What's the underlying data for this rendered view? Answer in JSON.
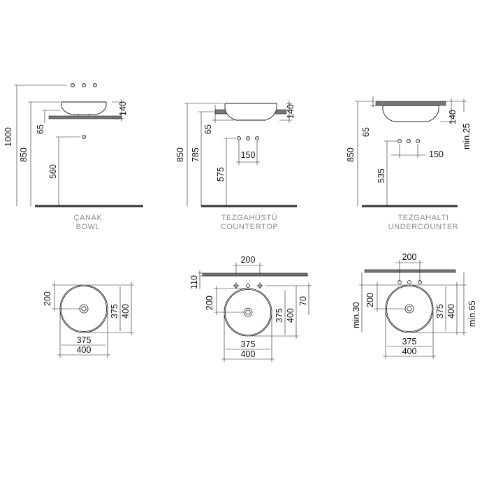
{
  "colors": {
    "line": "#1a1a1a",
    "slab": "#777777",
    "caption": "#8a8a8a"
  },
  "elevations": {
    "bowl": {
      "caption_tr": "ÇANAK",
      "caption_en": "BOWL",
      "dims": {
        "total_height": "1000",
        "counter_height": "850",
        "counter_thickness": "65",
        "bowl_height": "140",
        "drain_height": "560"
      }
    },
    "countertop": {
      "caption_tr": "TEZGAHÜSTÜ",
      "caption_en": "COUNTERTOP",
      "dims": {
        "counter_height": "850",
        "bowl_rim_height": "785",
        "counter_thickness": "65",
        "bowl_height": "140",
        "tap_height": "575",
        "tap_spacing": "150"
      }
    },
    "undercounter": {
      "caption_tr": "TEZGAHALTI",
      "caption_en": "UNDERCOUNTER",
      "dims": {
        "counter_height": "850",
        "counter_thickness": "65",
        "bowl_height": "140",
        "min_thickness": "min.25",
        "tap_height": "535",
        "tap_spacing": "150"
      }
    }
  },
  "plans": {
    "bowl": {
      "d_outer": "400",
      "d_inner": "375",
      "h_inner": "375",
      "h_outer": "400",
      "drain_offset": "200"
    },
    "countertop": {
      "slab_depth": "110",
      "tap_spacing": "200",
      "drain_offset": "200",
      "tap_offset": "70",
      "d_outer": "400",
      "d_inner": "375",
      "h_inner": "375",
      "h_outer": "400"
    },
    "undercounter": {
      "tap_spacing": "200",
      "min_front": "min.30",
      "min_side": "min.65",
      "drain_offset": "200",
      "d_outer": "400",
      "d_inner": "375",
      "h_inner": "375",
      "h_outer": "400"
    }
  }
}
